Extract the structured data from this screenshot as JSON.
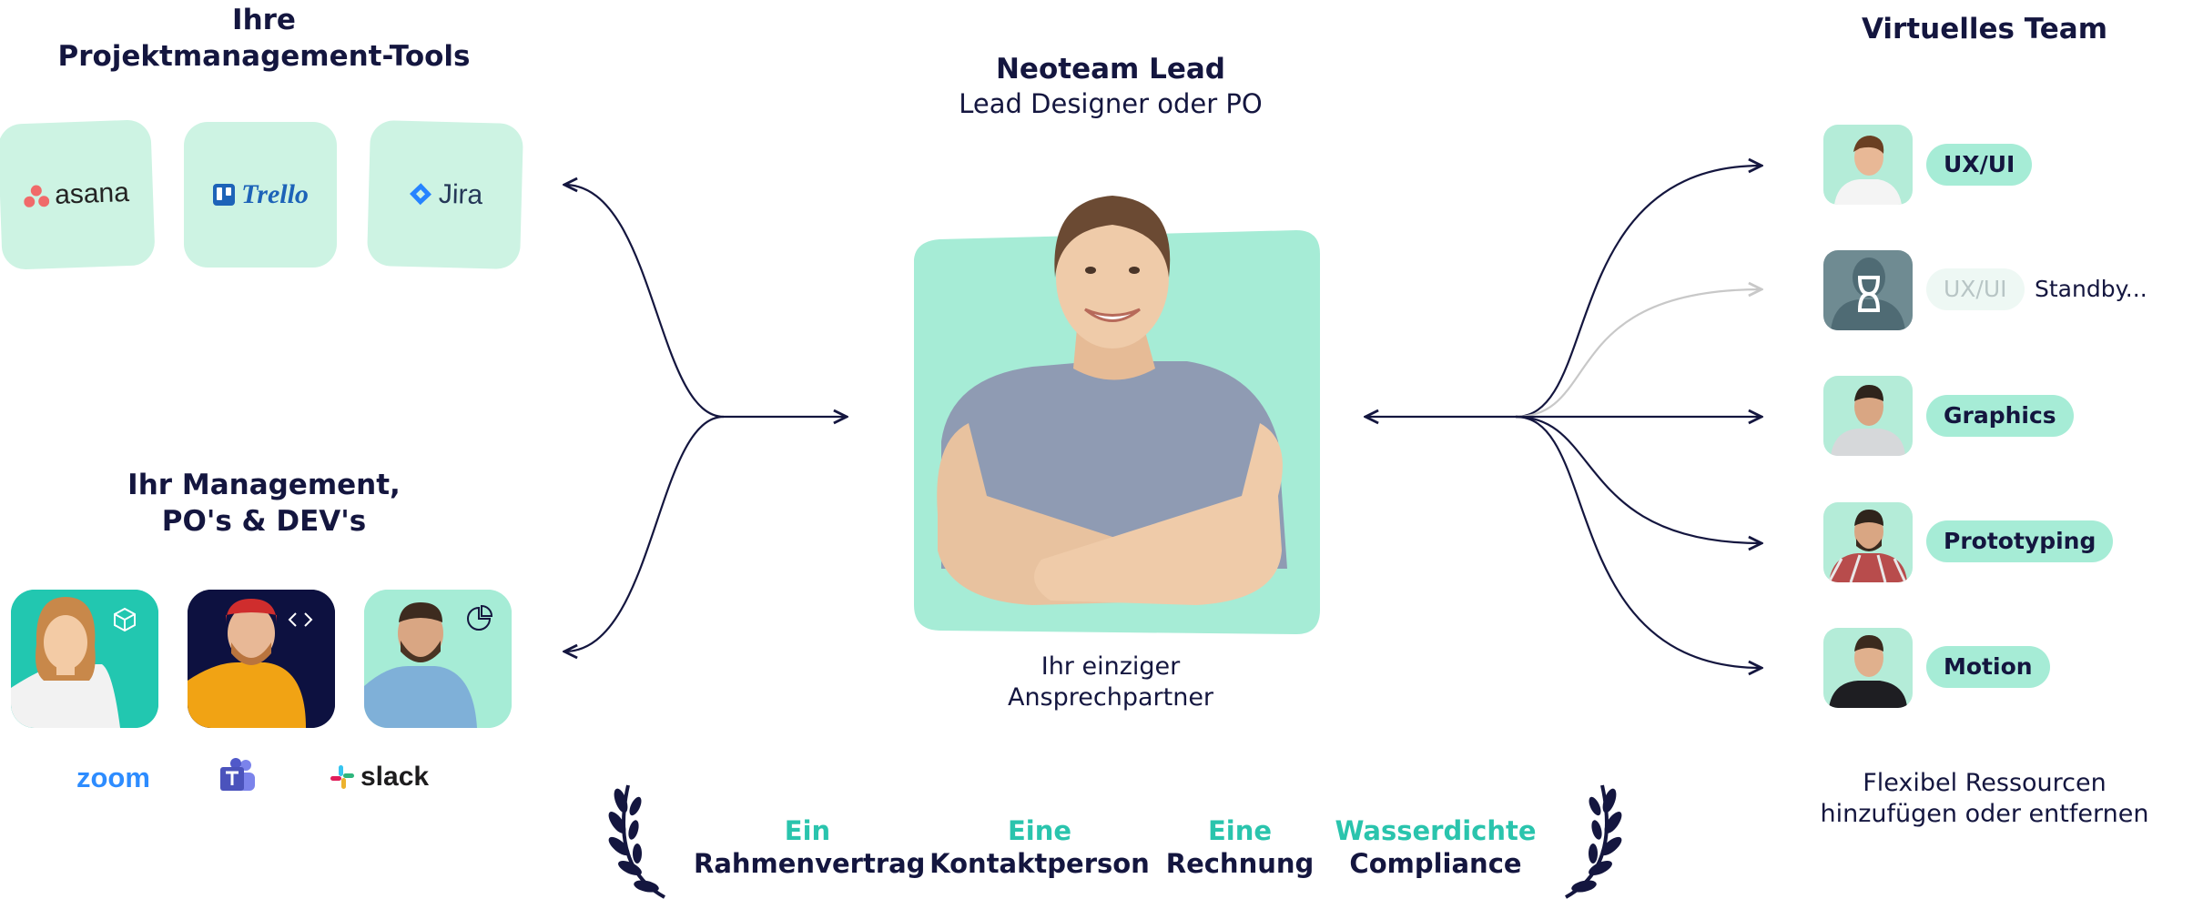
{
  "left_top": {
    "title_line1": "Ihre",
    "title_line2": "Projektmanagement-Tools",
    "tools": [
      {
        "name": "asana",
        "icon": "asana-icon"
      },
      {
        "name": "Trello",
        "icon": "trello-icon"
      },
      {
        "name": "Jira",
        "icon": "jira-icon"
      }
    ]
  },
  "left_bottom": {
    "title_line1": "Ihr Management,",
    "title_line2": "PO's & DEV's",
    "people": [
      {
        "icon": "cube-icon"
      },
      {
        "icon": "code-icon"
      },
      {
        "icon": "pie-chart-icon"
      }
    ],
    "comm_tools": [
      {
        "name": "zoom",
        "icon": "zoom-logo"
      },
      {
        "name": "",
        "icon": "teams-icon"
      },
      {
        "name": "slack",
        "icon": "slack-icon"
      }
    ]
  },
  "center": {
    "title": "Neoteam Lead",
    "subtitle": "Lead Designer oder PO",
    "caption_line1": "Ihr einziger",
    "caption_line2": "Ansprechpartner"
  },
  "right": {
    "title": "Virtuelles Team",
    "members": [
      {
        "role": "UX/UI",
        "status": ""
      },
      {
        "role": "UX/UI",
        "status": "Standby..."
      },
      {
        "role": "Graphics",
        "status": ""
      },
      {
        "role": "Prototyping",
        "status": ""
      },
      {
        "role": "Motion",
        "status": ""
      }
    ],
    "caption_line1": "Flexibel Ressourcen",
    "caption_line2": "hinzufügen oder entfernen"
  },
  "benefits": [
    {
      "line1": "Ein",
      "line2": "Rahmenvertrag"
    },
    {
      "line1": "Eine",
      "line2": "Kontaktperson"
    },
    {
      "line1": "Eine",
      "line2": "Rechnung"
    },
    {
      "line1": "Wasserdichte",
      "line2": "Compliance"
    }
  ],
  "colors": {
    "navy": "#14163f",
    "mint": "#a6ecd6",
    "teal": "#2ac4ad",
    "tile": "#cdf3e3"
  }
}
